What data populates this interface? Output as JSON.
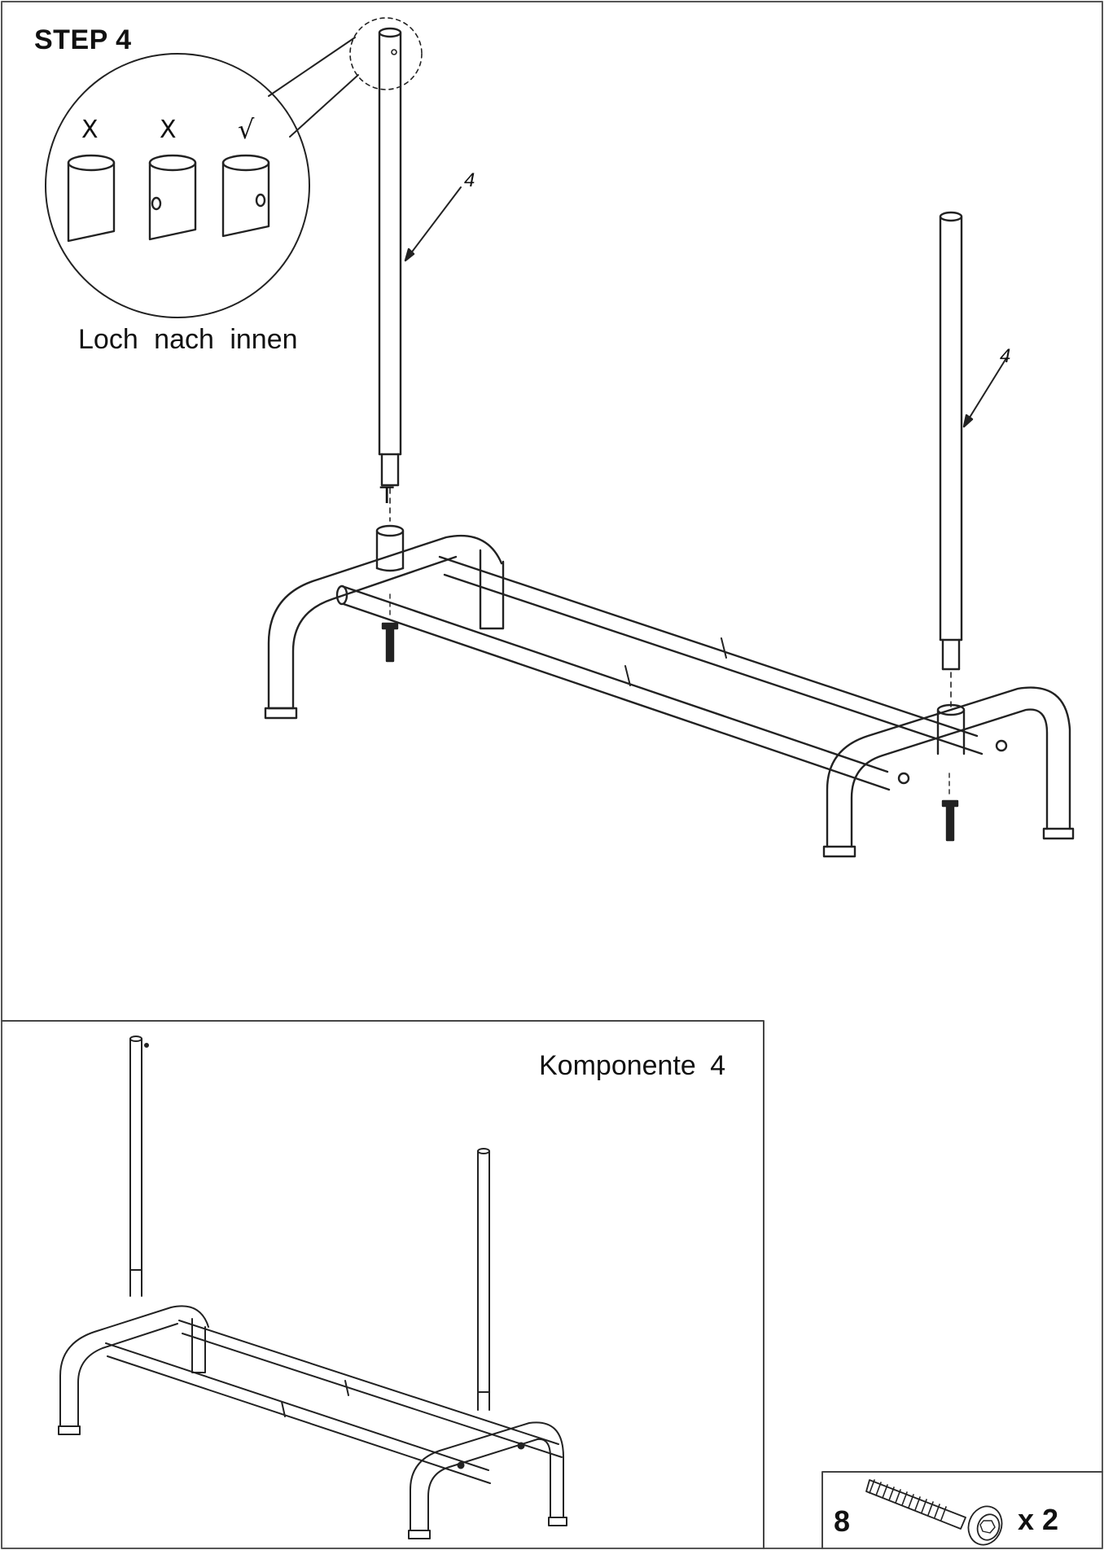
{
  "step": {
    "title": "STEP 4"
  },
  "detail": {
    "marks": [
      "X",
      "X",
      "√"
    ],
    "caption": "Loch nach innen"
  },
  "callouts": [
    "4",
    "4"
  ],
  "insert_mark": "T",
  "inset": {
    "label": "Komponente 4"
  },
  "hardware": {
    "id": "8",
    "quantity": "x 2"
  }
}
